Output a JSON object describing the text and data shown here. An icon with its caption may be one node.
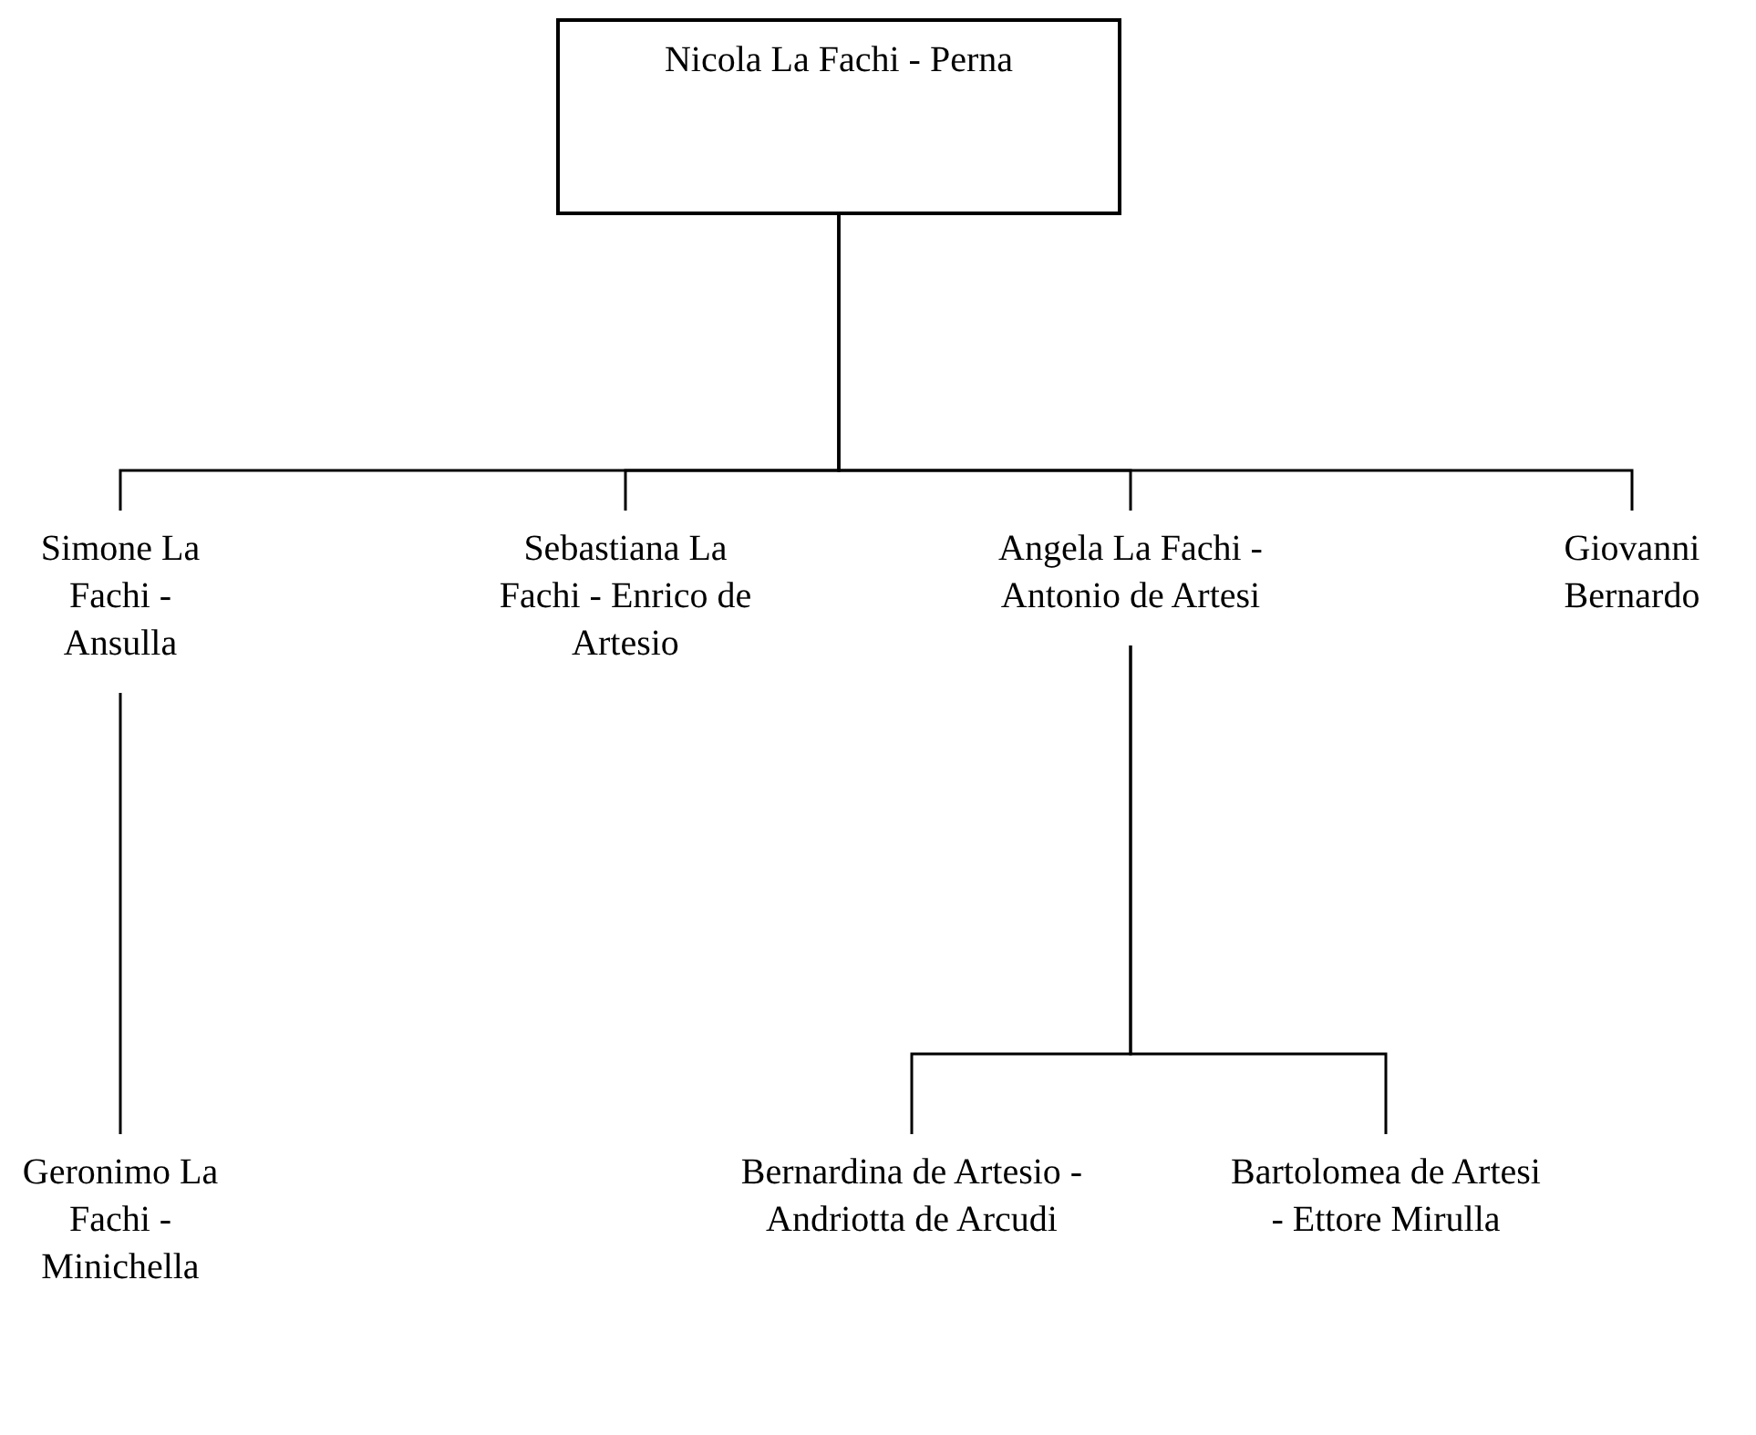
{
  "diagram": {
    "nodes": [
      {
        "text": [
          "Nicola La Fachi - Perna"
        ]
      },
      {
        "text": [
          "Simone La Fachi - Ansulla"
        ]
      },
      {
        "text": [
          "Sebastiana La Fachi - Enrico de Artesio"
        ]
      },
      {
        "text": [
          "Angela La Fachi - Antonio de Artesi"
        ]
      },
      {
        "text": [
          "Giovanni Bernardo"
        ]
      },
      {
        "text": [
          "Geronimo La Fachi - Minichella"
        ]
      },
      {
        "text": [
          "Bernardina de Artesio - Andriotta de Arcudi"
        ]
      },
      {
        "text": [
          "Bartolomea de Artesi - Ettore Mirulla"
        ]
      }
    ],
    "edges": [
      {
        "from": 0,
        "to": 1,
        "arrow": "none"
      },
      {
        "from": 0,
        "to": 2,
        "arrow": "none"
      },
      {
        "from": 0,
        "to": 3,
        "arrow": "none"
      },
      {
        "from": 0,
        "to": 4,
        "arrow": "none"
      },
      {
        "from": 1,
        "to": 5,
        "arrow": "none"
      },
      {
        "from": 3,
        "to": 6,
        "arrow": "none"
      },
      {
        "from": 3,
        "to": 7,
        "arrow": "none"
      }
    ]
  }
}
